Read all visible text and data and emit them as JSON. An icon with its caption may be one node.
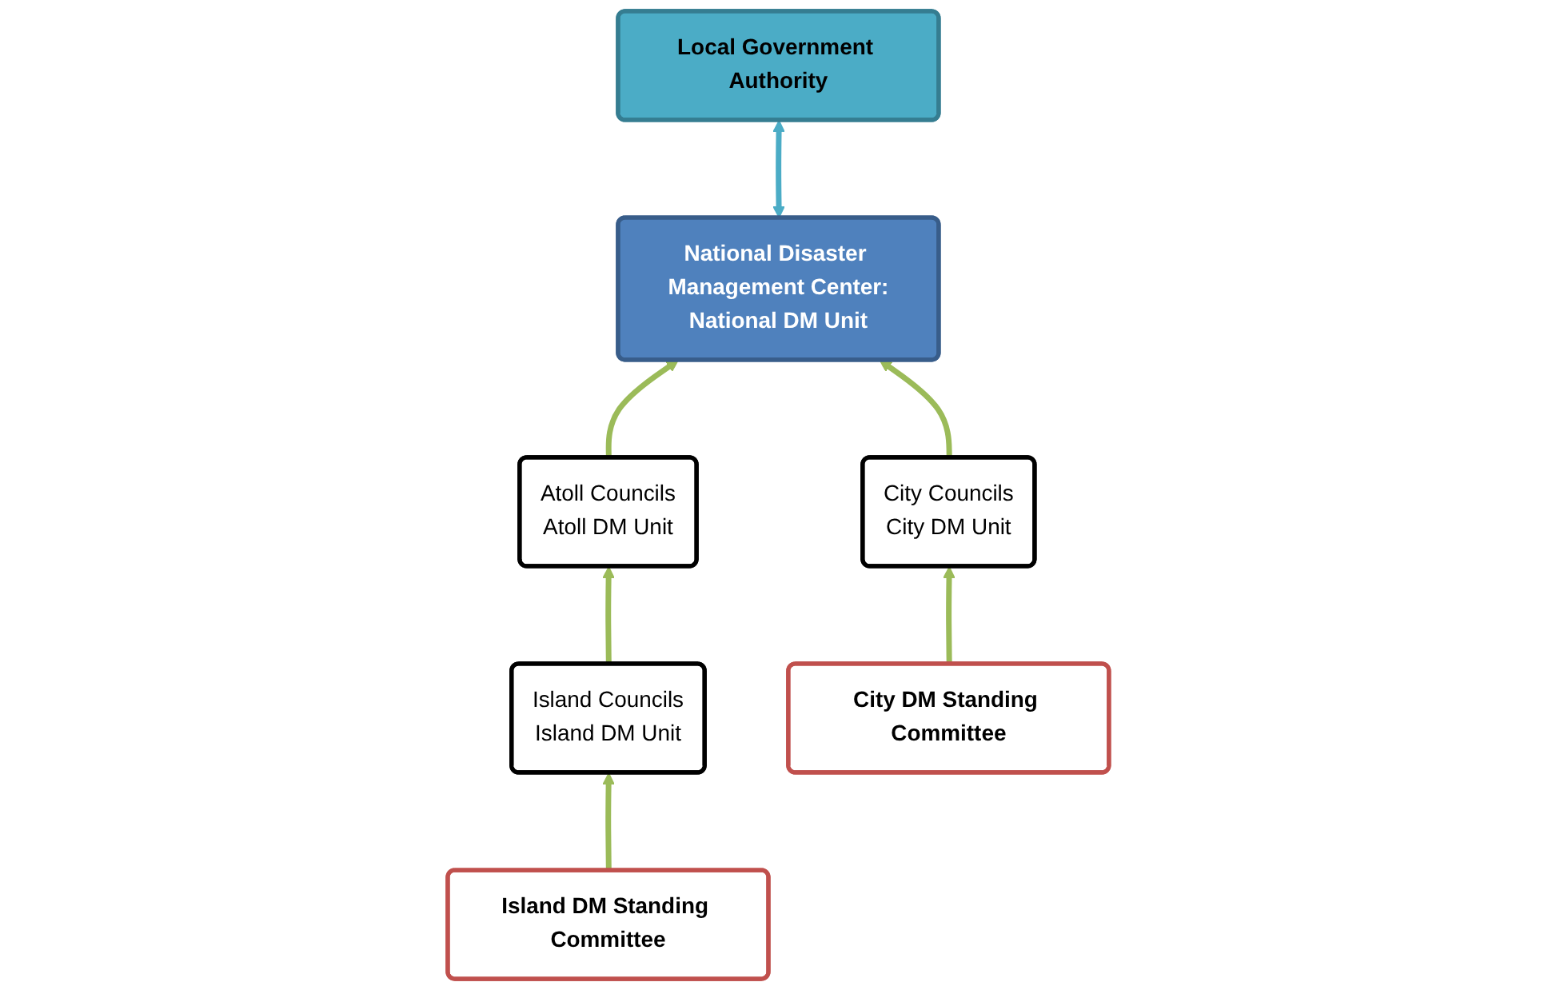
{
  "diagram": {
    "nodes": [
      {
        "text": [
          "National Disaster Management Center:",
          "National DM Unit"
        ]
      },
      {
        "text": [
          "Local Government Authority"
        ]
      },
      {
        "text": [
          "Atoll Councils",
          "Atoll DM Unit"
        ]
      },
      {
        "text": [
          "City Councils",
          "City DM Unit"
        ]
      },
      {
        "text": [
          "City DM Standing Committee"
        ]
      },
      {
        "text": [
          "Island Councils",
          "Island DM Unit"
        ]
      },
      {
        "text": [
          "Island DM Standing Committee"
        ]
      }
    ],
    "edges": [
      {
        "from": 0,
        "to": 1,
        "arrow": "both",
        "color": "#4bacc6"
      },
      {
        "from": 2,
        "to": 0,
        "arrow": "to"
      },
      {
        "from": 3,
        "to": 0,
        "arrow": "to"
      },
      {
        "from": 4,
        "to": 3,
        "arrow": "to"
      },
      {
        "from": 5,
        "to": 2,
        "arrow": "to"
      },
      {
        "from": 6,
        "to": 5,
        "arrow": "to"
      }
    ]
  }
}
